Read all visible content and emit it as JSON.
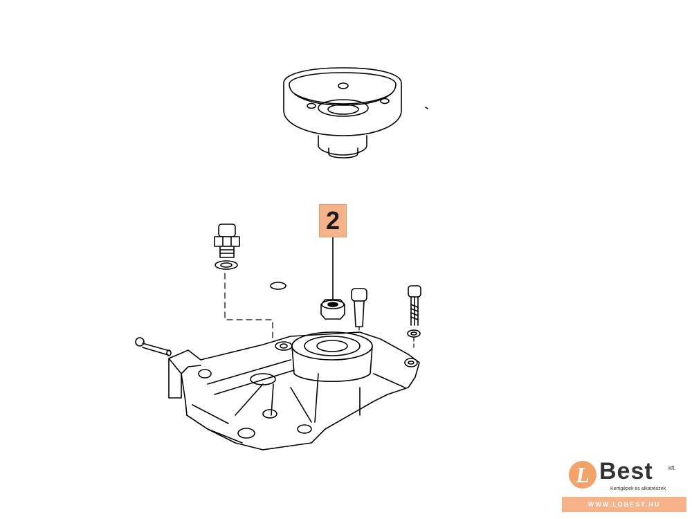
{
  "diagram": {
    "callout_label": "2"
  },
  "logo": {
    "initial": "L",
    "name": "Best",
    "suffix": "kft.",
    "tagline": "Kertigépek és alkatrészek",
    "website": "WWW.LOBEST.HU"
  },
  "colors": {
    "callout_fill": "#f6b38a",
    "line": "#000000",
    "logo_orange": "#f3a36a"
  }
}
